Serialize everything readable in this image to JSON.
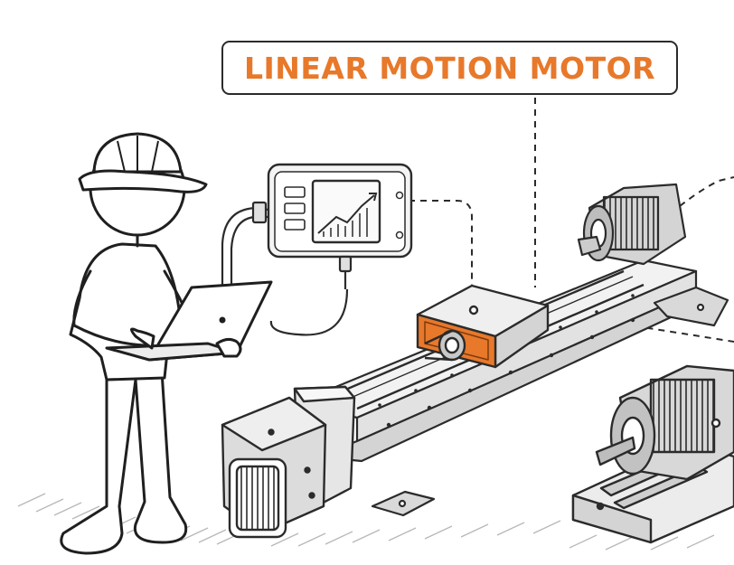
{
  "title": "LINEAR MOTION MOTOR",
  "colors": {
    "accent": "#e8782a",
    "ink": "#2b2b2b",
    "paper": "#ffffff",
    "shade": "#d9d9d9"
  },
  "icons": [
    "worker-figure",
    "hard-hat-icon",
    "laptop-icon",
    "controller-display-icon",
    "line-chart-icon",
    "linear-rail",
    "carriage-block",
    "servo-motor",
    "motor-close-up"
  ]
}
